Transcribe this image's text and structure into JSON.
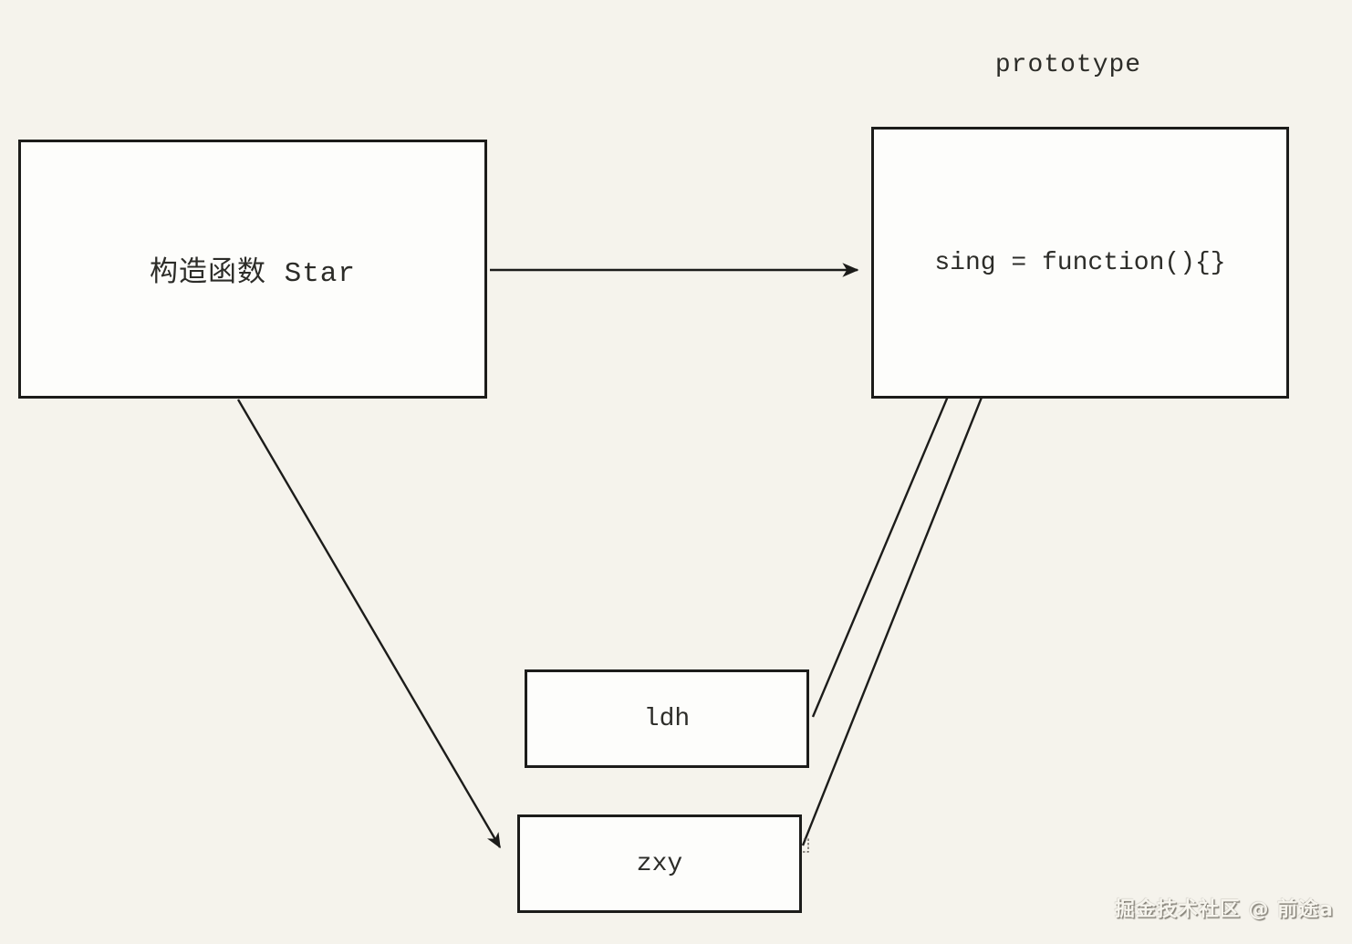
{
  "diagram": {
    "kind": "js-prototype-concept-diagram",
    "prototype_title": "prototype",
    "nodes": {
      "star": {
        "id": "star",
        "label": "构造函数 Star"
      },
      "prototype_box": {
        "id": "prototype_box",
        "label": "sing = function(){}"
      },
      "ldh": {
        "id": "ldh",
        "label": "ldh"
      },
      "zxy": {
        "id": "zxy",
        "label": "zxy"
      }
    },
    "edges": [
      {
        "from": "star",
        "to": "prototype_box"
      },
      {
        "from": "star",
        "to": "zxy"
      },
      {
        "from": "ldh",
        "to": "prototype_box"
      },
      {
        "from": "zxy",
        "to": "prototype_box"
      }
    ],
    "colors": {
      "background": "#f5f3ec",
      "box_fill": "#fdfdfb",
      "line": "#1c1c1a",
      "text": "#2c2c28"
    }
  },
  "watermark": {
    "text": "掘金技术社区 @ 前途a"
  }
}
